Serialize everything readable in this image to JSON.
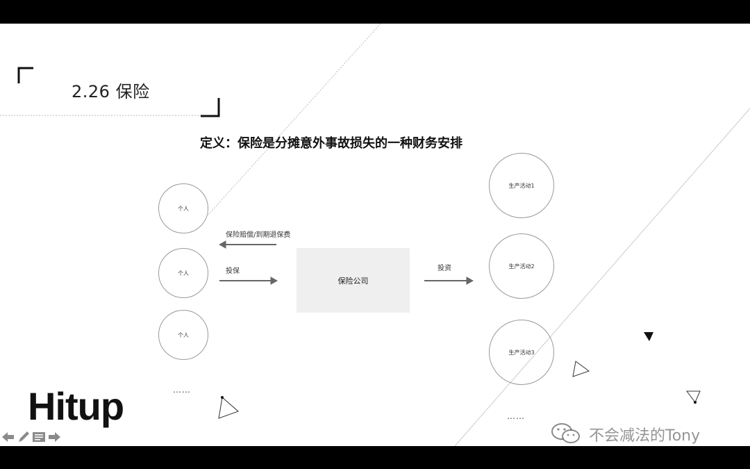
{
  "slide": {
    "title": "2.26 保险",
    "definition": "定义：保险是分摊意外事故损失的一种财务安排"
  },
  "diagram": {
    "individuals": [
      "个人",
      "个人",
      "个人"
    ],
    "individuals_more": "……",
    "company": "保险公司",
    "arrow_claims_label": "保险赔偿/到期退保费",
    "arrow_insure_label": "投保",
    "arrow_invest_label": "投资",
    "activities": [
      "生产活动1",
      "生产活动2",
      "生产活动3"
    ],
    "activities_more": "……"
  },
  "branding": {
    "logo": "Hitup",
    "watermark": "不会减法的Tony"
  },
  "toolbar": {
    "icons": [
      "arrow-left-icon",
      "pen-icon",
      "menu-icon",
      "arrow-right-icon"
    ]
  }
}
